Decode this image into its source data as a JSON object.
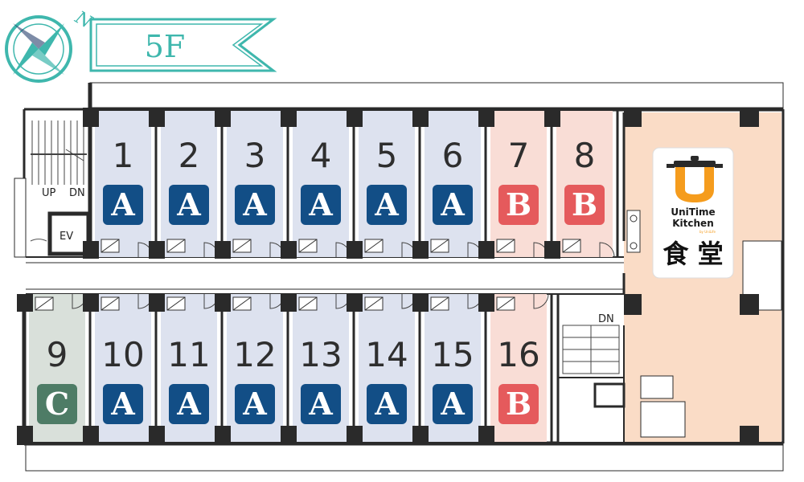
{
  "floor_label": "5F",
  "north_label": "N",
  "colors": {
    "type_A_room": "#dde2ef",
    "type_A_badge": "#124e86",
    "type_B_room": "#f9ddd6",
    "type_B_badge": "#e55a5c",
    "type_C_room": "#d9e0da",
    "type_C_badge": "#4e7c66",
    "cafeteria": "#fadcc6",
    "wall": "#2a2a2a",
    "accent_teal": "#3fb7ad"
  },
  "top_rooms": [
    {
      "number": "1",
      "type": "A"
    },
    {
      "number": "2",
      "type": "A"
    },
    {
      "number": "3",
      "type": "A"
    },
    {
      "number": "4",
      "type": "A"
    },
    {
      "number": "5",
      "type": "A"
    },
    {
      "number": "6",
      "type": "A"
    },
    {
      "number": "7",
      "type": "B"
    },
    {
      "number": "8",
      "type": "B"
    }
  ],
  "bottom_rooms": [
    {
      "number": "9",
      "type": "C"
    },
    {
      "number": "10",
      "type": "A"
    },
    {
      "number": "11",
      "type": "A"
    },
    {
      "number": "12",
      "type": "A"
    },
    {
      "number": "13",
      "type": "A"
    },
    {
      "number": "14",
      "type": "A"
    },
    {
      "number": "15",
      "type": "A"
    },
    {
      "number": "16",
      "type": "B"
    }
  ],
  "labels": {
    "stairs_up": "UP",
    "stairs_down": "DN",
    "elevator": "EV",
    "stairs_down_2": "DN"
  },
  "kitchen": {
    "logo_letter": "U",
    "brand_line1": "UniTime",
    "brand_line2": "Kitchen",
    "brand_sub": "by UniLife",
    "title": "食 堂"
  }
}
